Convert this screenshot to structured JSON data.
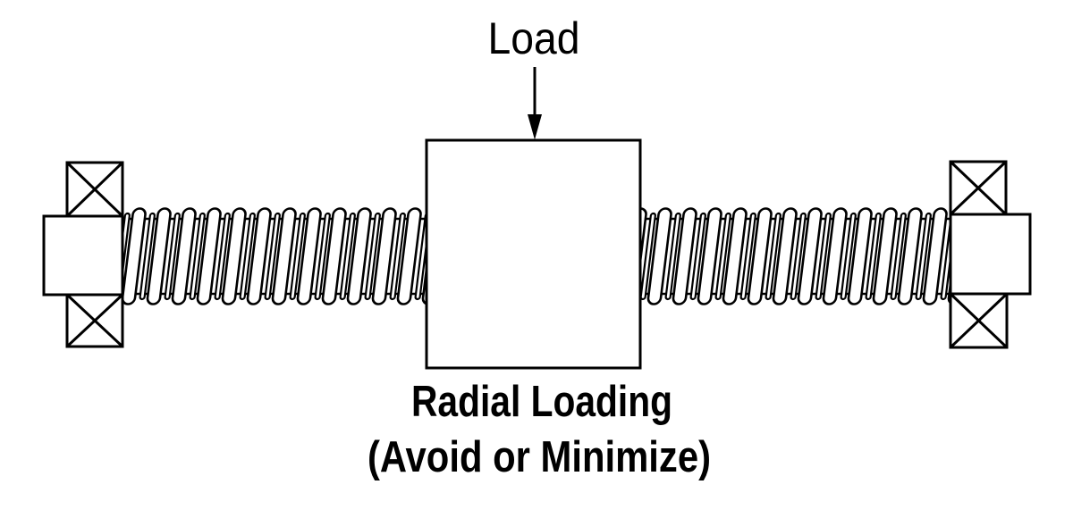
{
  "diagram": {
    "load_label": "Load",
    "caption": {
      "line1": "Radial Loading",
      "line2": "(Avoid or Minimize)"
    },
    "colors": {
      "line": "#000000",
      "background": "#ffffff"
    }
  }
}
